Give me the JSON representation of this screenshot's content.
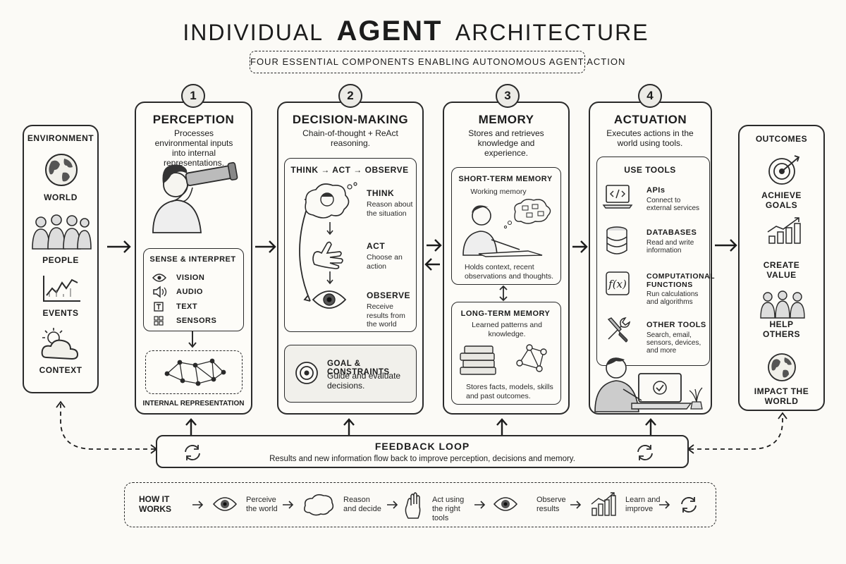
{
  "title": {
    "part1": "INDIVIDUAL",
    "part2": "AGENT",
    "part3": "ARCHITECTURE"
  },
  "subtitle": "FOUR ESSENTIAL COMPONENTS ENABLING AUTONOMOUS AGENT ACTION",
  "environment": {
    "heading": "ENVIRONMENT",
    "items": [
      "WORLD",
      "PEOPLE",
      "EVENTS",
      "CONTEXT"
    ]
  },
  "perception": {
    "number": "1",
    "heading": "PERCEPTION",
    "description": "Processes environmental inputs into internal representations.",
    "sense_heading": "SENSE & INTERPRET",
    "senses": [
      "VISION",
      "AUDIO",
      "TEXT",
      "SENSORS"
    ],
    "internal_label": "INTERNAL REPRESENTATION"
  },
  "decision": {
    "number": "2",
    "heading": "DECISION-MAKING",
    "description": "Chain-of-thought + ReAct reasoning.",
    "loop_heading": "THINK → ACT → OBSERVE",
    "steps": [
      {
        "title": "THINK",
        "text": "Reason about the situation"
      },
      {
        "title": "ACT",
        "text": "Choose an action"
      },
      {
        "title": "OBSERVE",
        "text": "Receive results from the world"
      }
    ],
    "goal_title": "GOAL & CONSTRAINTS",
    "goal_text": "Guide and evaluate decisions."
  },
  "memory": {
    "number": "3",
    "heading": "MEMORY",
    "description": "Stores and retrieves knowledge and experience.",
    "short_title": "SHORT-TERM MEMORY",
    "short_sub": "Working memory",
    "short_text": "Holds context, recent observations and thoughts.",
    "long_title": "LONG-TERM MEMORY",
    "long_sub": "Learned patterns and knowledge.",
    "long_text": "Stores facts, models, skills and past outcomes."
  },
  "actuation": {
    "number": "4",
    "heading": "ACTUATION",
    "description": "Executes actions in the world using tools.",
    "tools_heading": "USE TOOLS",
    "tools": [
      {
        "title": "APIs",
        "text": "Connect to external services",
        "icon": "code-laptop-icon"
      },
      {
        "title": "DATABASES",
        "text": "Read and write information",
        "icon": "database-icon"
      },
      {
        "title": "COMPUTATIONAL FUNCTIONS",
        "text": "Run calculations and algorithms",
        "icon": "function-icon"
      },
      {
        "title": "OTHER TOOLS",
        "text": "Search, email, sensors, devices, and more",
        "icon": "wrench-screwdriver-icon"
      }
    ]
  },
  "outcomes": {
    "heading": "OUTCOMES",
    "items": [
      "ACHIEVE GOALS",
      "CREATE VALUE",
      "HELP OTHERS",
      "IMPACT THE WORLD"
    ]
  },
  "feedback": {
    "title": "FEEDBACK LOOP",
    "text": "Results and new information flow back to improve perception, decisions and memory."
  },
  "how": {
    "label": "HOW IT WORKS",
    "steps": [
      "Perceive the world",
      "Reason and decide",
      "Act using the right tools",
      "Observe results",
      "Learn and improve"
    ]
  }
}
